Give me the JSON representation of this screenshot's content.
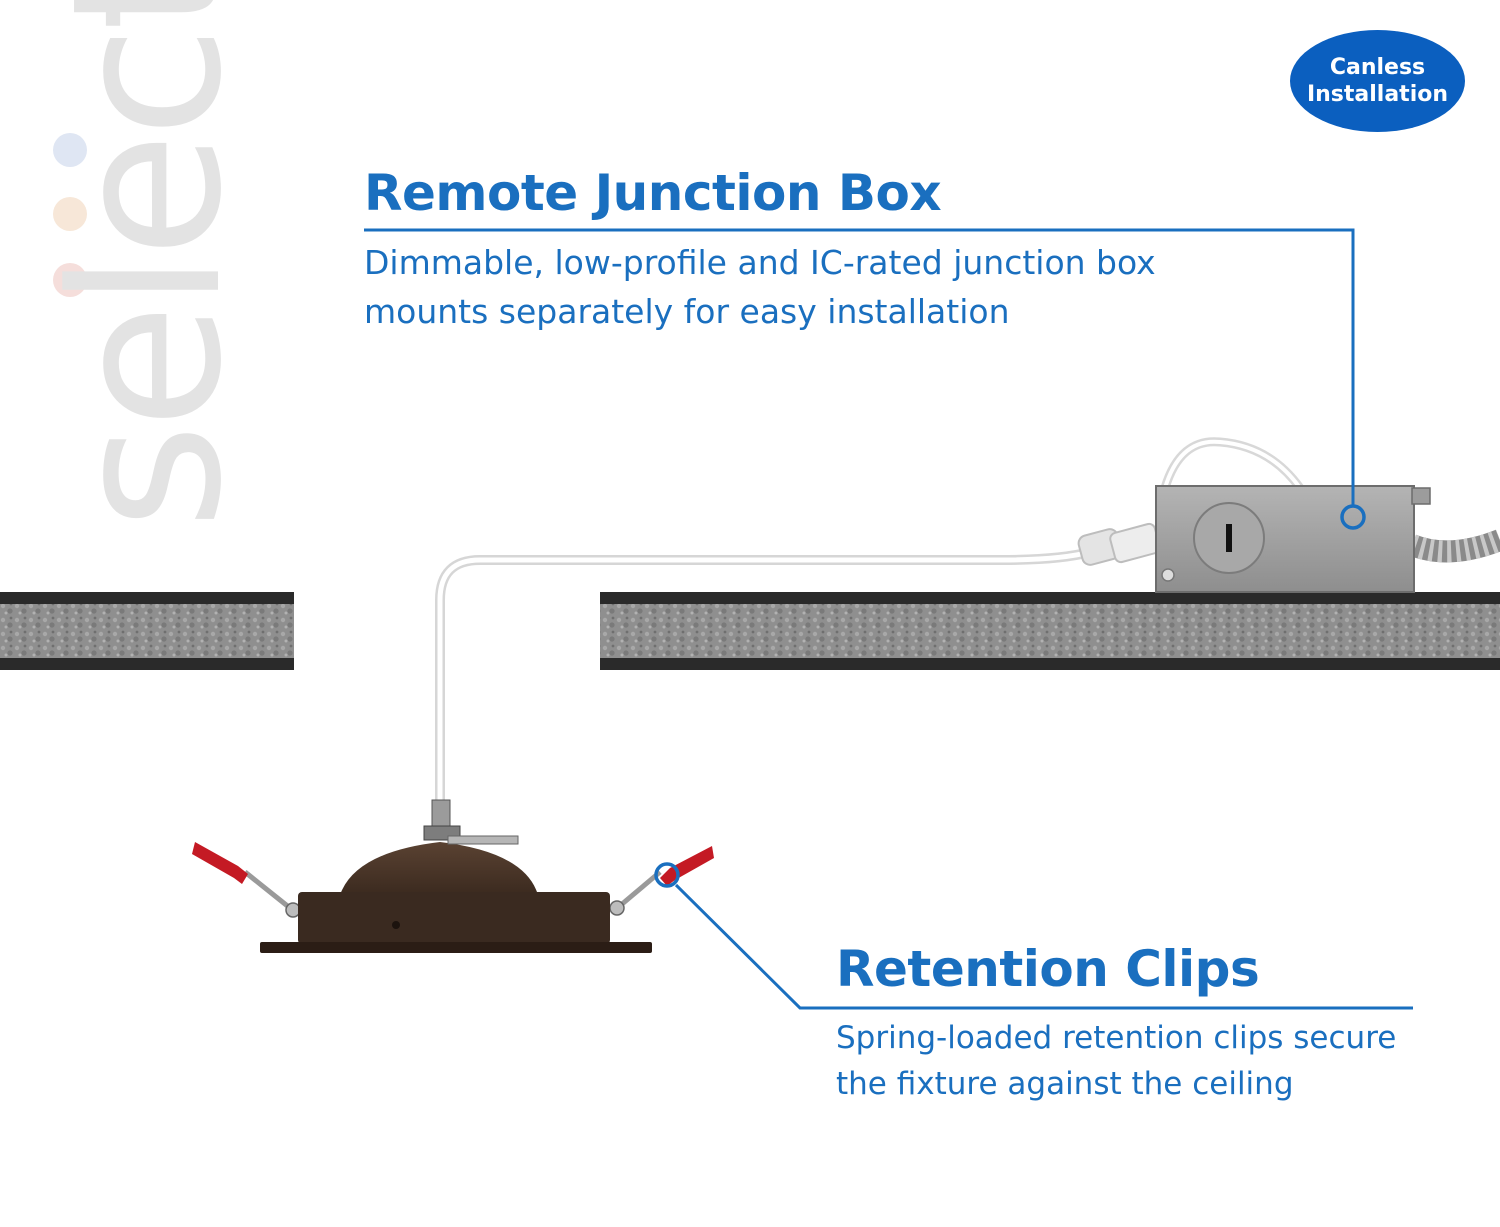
{
  "brand": {
    "text": "select",
    "dot_colors": [
      "#dfe6f3",
      "#f7e7d8",
      "#f5dedb"
    ]
  },
  "badge": {
    "line1": "Canless",
    "line2": "Installation"
  },
  "callouts": {
    "junction_box": {
      "title": "Remote Junction Box",
      "description": "Dimmable, low-profile and IC-rated junction box mounts separately for easy installation"
    },
    "retention_clips": {
      "title": "Retention Clips",
      "description": "Spring-loaded retention clips secure the fixture against the ceiling"
    }
  },
  "colors": {
    "accent": "#1a6fbf",
    "badge": "#0b5fbf",
    "fixture": "#3a2a20",
    "clip_tip": "#c41a24",
    "ceiling": "#8a8a8a",
    "junction_box": "#9a9a9a"
  }
}
